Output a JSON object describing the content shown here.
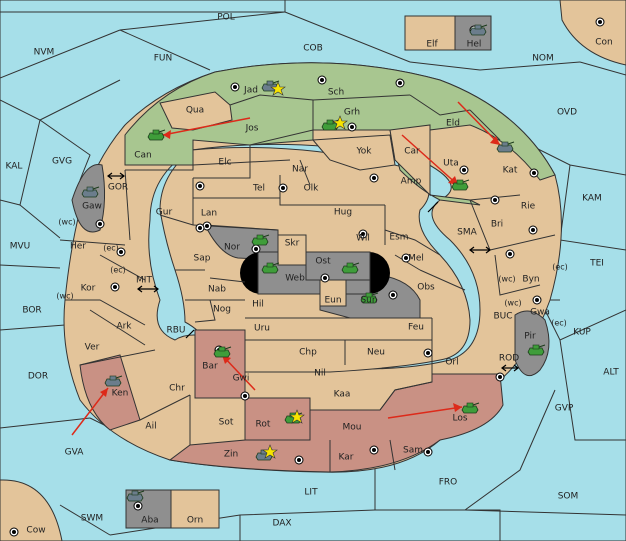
{
  "provinces": {
    "POL": "POL",
    "NVM": "NVM",
    "FUN": "FUN",
    "COB": "COB",
    "NOM": "NOM",
    "Elf": "Elf",
    "Hel": "Hel",
    "Con": "Con",
    "Jad": "Jad",
    "Sch": "Sch",
    "Qua": "Qua",
    "Jos": "Jos",
    "Grh": "Grh",
    "Eld": "Eld",
    "OVD": "OVD",
    "Can": "Can",
    "Car": "Car",
    "Yok": "Yok",
    "Elc": "Elc",
    "Nar": "Nar",
    "Uta": "Uta",
    "Kat": "Kat",
    "KAL": "KAL",
    "GVG": "GVG",
    "GOR": "GOR",
    "Tel": "Tel",
    "Olk": "Olk",
    "Amp": "Amp",
    "Gaw": "Gaw",
    "Gur": "Gur",
    "Lan": "Lan",
    "Hug": "Hug",
    "Rie": "Rie",
    "KAM": "KAM",
    "Bri": "Bri",
    "SMA": "SMA",
    "Esm": "Esm",
    "Wil": "Wil",
    "MVU": "MVU",
    "Her": "Her",
    "Nor": "Nor",
    "Skr": "Skr",
    "Sap": "Sap",
    "Ost": "Ost",
    "Mel": "Mel",
    "TEI": "TEI",
    "Web": "Web",
    "Byn": "Byn",
    "Kor": "Kor",
    "MIT": "MIT",
    "Nab": "Nab",
    "Obs": "Obs",
    "BOR": "BOR",
    "Eun": "Eun",
    "Sun": "Sun",
    "Gwa": "Gwa",
    "Hil": "Hil",
    "Ark": "Ark",
    "RBU": "RBU",
    "Nog": "Nog",
    "KUP": "KUP",
    "BUC": "BUC",
    "Uru": "Uru",
    "Feu": "Feu",
    "Pir": "Pir",
    "Ver": "Ver",
    "Chp": "Chp",
    "Neu": "Neu",
    "DOR": "DOR",
    "Bar": "Bar",
    "Orl": "Orl",
    "ROD": "ROD",
    "ALT": "ALT",
    "Gwi": "Gwi",
    "Nil": "Nil",
    "Ken": "Ken",
    "Chr": "Chr",
    "Kaa": "Kaa",
    "GVP": "GVP",
    "Los": "Los",
    "Rot": "Rot",
    "Ail": "Ail",
    "Sot": "Sot",
    "Mou": "Mou",
    "GVA": "GVA",
    "Sam": "Sam",
    "Zin": "Zin",
    "Kar": "Kar",
    "FRO": "FRO",
    "LIT": "LIT",
    "SOM": "SOM",
    "Aba": "Aba",
    "Orn": "Orn",
    "SWM": "SWM",
    "Cow": "Cow",
    "DAX": "DAX"
  },
  "coast_labels": {
    "wc": "(wc)",
    "ec": "(ec)"
  },
  "icons": {
    "supply_center": "black-dot-circle",
    "unit": "tank-icon",
    "star": "star-icon",
    "arrow": "move-arrow"
  },
  "colors": {
    "sea": "#a6dfe9",
    "land": "#e3c49a",
    "green_power": "#a8c690",
    "red_power": "#c99184",
    "grey_power": "#8f8f8f",
    "green_unit": "#3f9d3a",
    "grey_unit": "#6b7d8c",
    "arrow": "#dd2a1a"
  }
}
